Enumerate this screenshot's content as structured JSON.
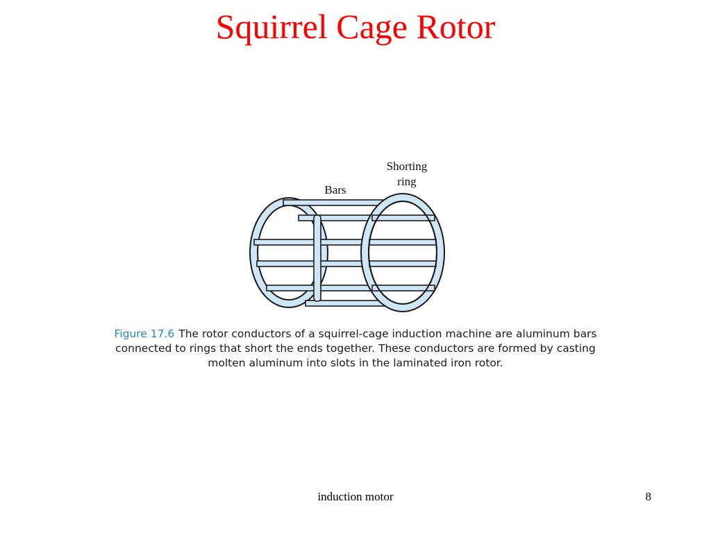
{
  "slide": {
    "title": "Squirrel Cage Rotor",
    "footer": "induction motor",
    "page_number": "8"
  },
  "figure": {
    "labels": {
      "bars": "Bars",
      "shorting_ring_line1": "Shorting",
      "shorting_ring_line2": "ring"
    },
    "caption_number": "Figure 17.6",
    "caption_text": "The rotor conductors of a squirrel-cage induction machine are aluminum bars connected to rings that short the ends together. These conductors are formed by casting molten aluminum into slots in the laminated iron rotor.",
    "colors": {
      "fill": "#cfe6f6",
      "outline": "#1a1a1a",
      "figure_label": "#2a86c8",
      "title": "#ff0000"
    }
  }
}
